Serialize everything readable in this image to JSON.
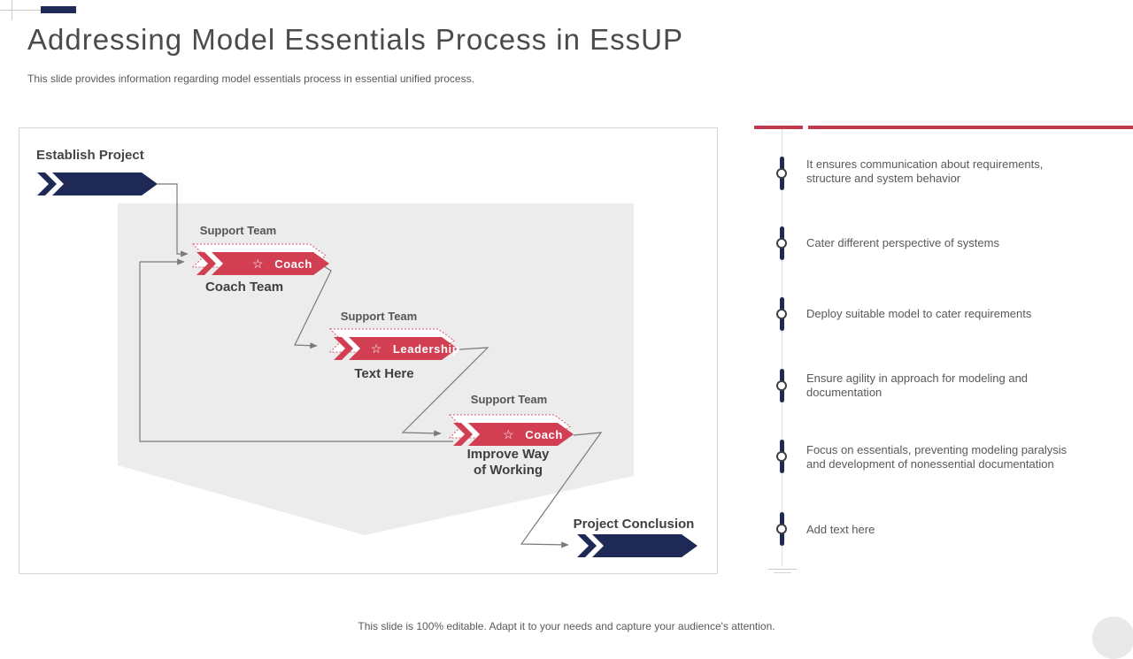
{
  "slide": {
    "title": "Addressing Model Essentials Process in EssUP",
    "subtitle": "This slide provides information regarding model essentials process in essential unified process.",
    "footer": "This slide is 100% editable. Adapt it to your needs and capture your audience's attention."
  },
  "diagram": {
    "start_label": "Establish Project",
    "end_label": "Project Conclusion",
    "star_icon": "☆",
    "steps": [
      {
        "top_label": "Support Team",
        "badge": "Coach",
        "bottom_label": "Coach Team"
      },
      {
        "top_label": "Support Team",
        "badge": "Leadership",
        "bottom_label": "Text Here"
      },
      {
        "top_label": "Support Team",
        "badge": "Coach",
        "bottom_label": "Improve Way\nof Working"
      }
    ]
  },
  "timeline": {
    "items": [
      {
        "text": "It ensures communication about requirements,\nstructure and system behavior"
      },
      {
        "text": "Cater different perspective of systems"
      },
      {
        "text": "Deploy suitable model to cater requirements"
      },
      {
        "text": "Ensure agility in approach for modeling and\ndocumentation"
      },
      {
        "text": "Focus on essentials, preventing modeling paralysis\nand development of nonessential documentation"
      },
      {
        "text": "Add text here"
      }
    ]
  },
  "colors": {
    "navy": "#1e2a55",
    "chevron_red": "#d23f52",
    "accent_line_red": "#c13a50",
    "panel_gray": "#ececec"
  }
}
